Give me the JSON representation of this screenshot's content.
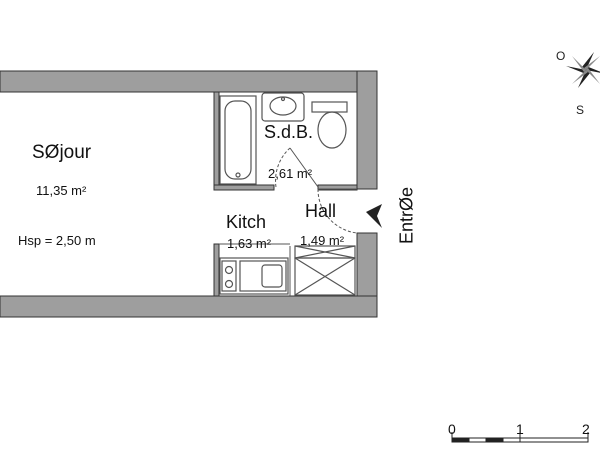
{
  "rooms": {
    "sejour": {
      "name": "SØjour",
      "area": "11,35 m²",
      "height": "Hsp = 2,50 m"
    },
    "sdb": {
      "name": "S.d.B.",
      "area": "2,61 m²"
    },
    "kitchen": {
      "name": "Kitch",
      "area": "1,63 m²"
    },
    "hall": {
      "name": "Hall",
      "area": "1,49 m²"
    }
  },
  "entrance": {
    "label": "EntrØe"
  },
  "compass": {
    "west_label": "O",
    "south_label": "S"
  },
  "scale_bar": {
    "ticks": [
      "0",
      "1",
      "2"
    ]
  },
  "colors": {
    "wall": "#9e9e9e",
    "wall_outline": "#333333",
    "fixture": "#555555"
  }
}
